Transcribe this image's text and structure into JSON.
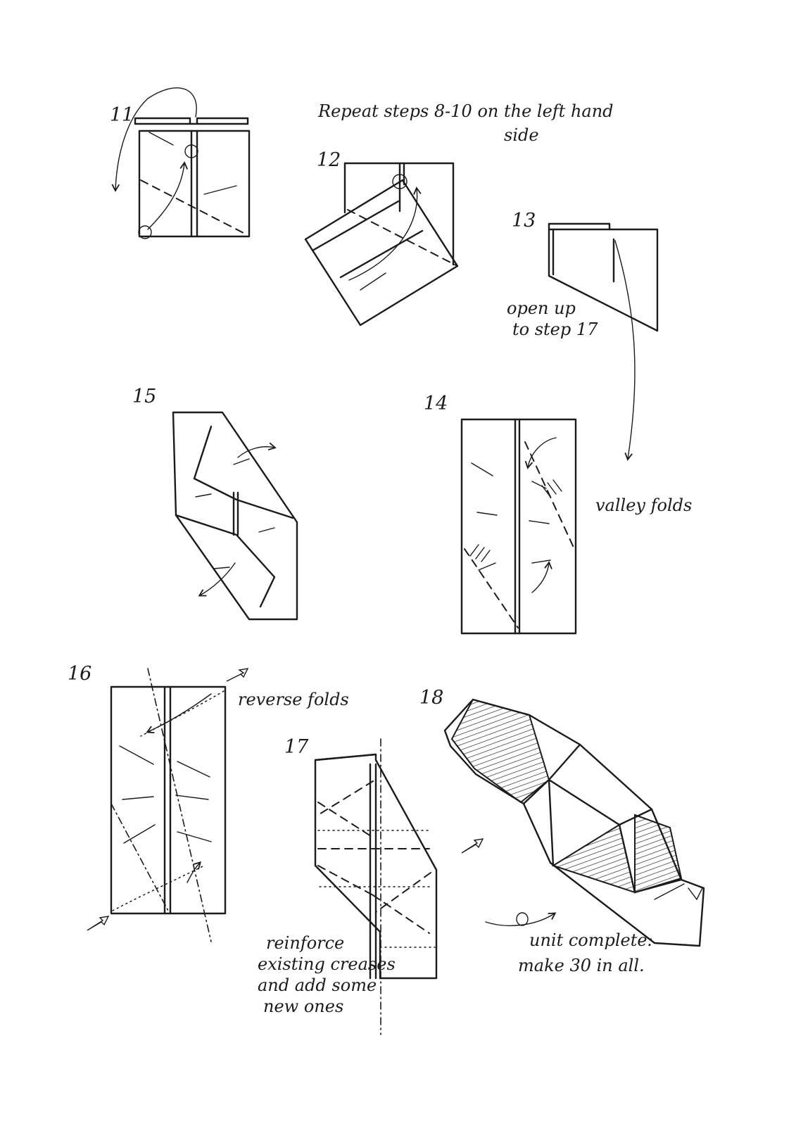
{
  "steps": {
    "s11": "11",
    "s12": "12",
    "s13": "13",
    "s14": "14",
    "s15": "15",
    "s16": "16",
    "s17": "17",
    "s18": "18"
  },
  "notes": {
    "repeat_line1": "Repeat steps 8-10 on the left hand",
    "repeat_line2": "side",
    "open_up_line1": "open up",
    "open_up_line2": "to step 17",
    "valley_folds": "valley folds",
    "reverse_folds": "reverse folds",
    "reinforce_line1": "reinforce",
    "reinforce_line2": "existing creases",
    "reinforce_line3": "and add some",
    "reinforce_line4": "new ones",
    "unit_line1": "unit complete:",
    "unit_line2": "make 30 in all."
  }
}
